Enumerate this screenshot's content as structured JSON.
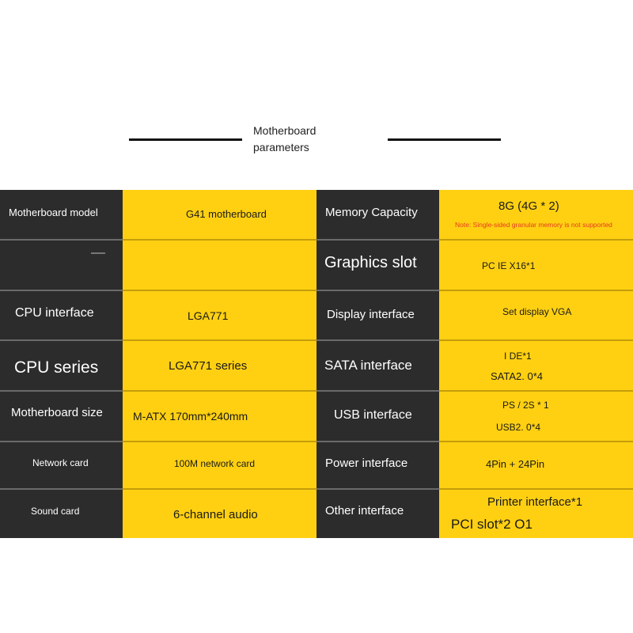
{
  "header": {
    "title_line1": "Motherboard",
    "title_line2": "parameters"
  },
  "rows": [
    {
      "left_label": "Motherboard model",
      "left_value": "G41 motherboard",
      "right_label": "Memory Capacity",
      "right_value": "8G (4G * 2)",
      "right_note": "Note: Single-sided granular memory is not supported"
    },
    {
      "left_label": "",
      "left_value": "",
      "right_label": "Graphics slot",
      "right_value": "PC IE X16*1"
    },
    {
      "left_label": "CPU interface",
      "left_value": "LGA771",
      "right_label": "Display interface",
      "right_value": "Set display VGA"
    },
    {
      "left_label": "CPU series",
      "left_value": "LGA771 series",
      "right_label": "SATA interface",
      "right_value_line1": "I DE*1",
      "right_value_line2": "SATA2. 0*4"
    },
    {
      "left_label": "Motherboard size",
      "left_value": "M-ATX 170mm*240mm",
      "right_label": "USB interface",
      "right_value_line1": "PS / 2S * 1",
      "right_value_line2": "USB2. 0*4"
    },
    {
      "left_label": "Network card",
      "left_value": "100M network card",
      "right_label": "Power interface",
      "right_value": "4Pin + 24Pin"
    },
    {
      "left_label": "Sound card",
      "left_value": "6-channel audio",
      "right_label": "Other interface",
      "right_value_line1": "Printer interface*1",
      "right_value_line2": "PCI slot*2 O1"
    }
  ],
  "colors": {
    "dark": "#2c2c2c",
    "yellow": "#ffd012",
    "note_red": "#e53a1f"
  }
}
